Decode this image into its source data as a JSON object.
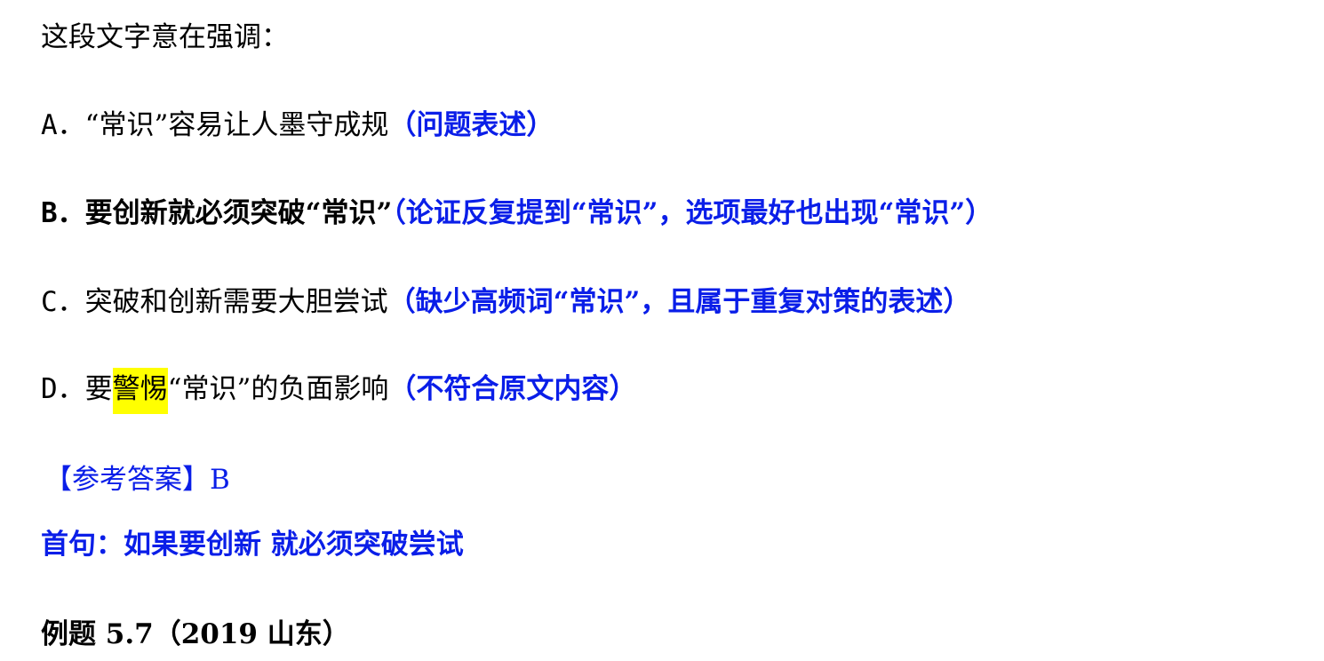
{
  "question": {
    "stem": "这段文字意在强调：",
    "options": [
      {
        "letter": "A．",
        "text": "“常识”容易让人墨守成规",
        "note": "（问题表述）"
      },
      {
        "letter": "B．",
        "text": "要创新就必须突破“常识”",
        "note": "（论证反复提到“常识”，选项最好也出现“常识”）"
      },
      {
        "letter": "C．",
        "text": "突破和创新需要大胆尝试",
        "note": "（缺少高频词“常识”，且属于重复对策的表述）"
      },
      {
        "letter": "D．",
        "text_before": "要",
        "highlight": "警惕",
        "text_after": "“常识”的负面影响",
        "note": "（不符合原文内容）"
      }
    ]
  },
  "answer": {
    "label": "【参考答案】",
    "value": "B"
  },
  "explanation": "首句：如果要创新 就必须突破尝试",
  "next_example": "例题 5.7（2019 山东）",
  "colors": {
    "note_blue": "#0a1ee8",
    "highlight_yellow": "#ffff00",
    "text": "#000000"
  }
}
